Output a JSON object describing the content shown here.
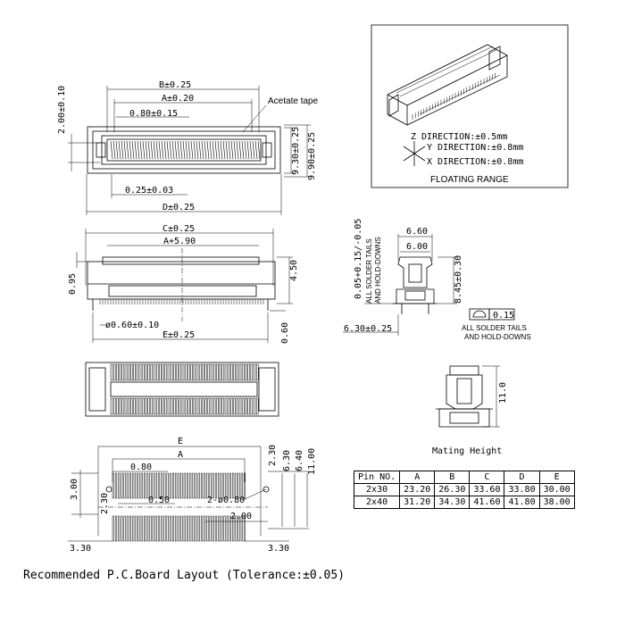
{
  "top_view": {
    "dim_B": "B±0.25",
    "dim_A": "A±0.20",
    "dim_pitch": "0.80±0.15",
    "acetate": "Acetate tape",
    "dim_200": "2.00±0.10",
    "dim_930": "9.30±0.25",
    "dim_990": "9.90±0.25",
    "dim_025": "0.25±0.03",
    "dim_D": "D±0.25"
  },
  "iso_box": {
    "z_dir": "Z  DIRECTION:±0.5mm",
    "y_dir": "Y  DIRECTION:±0.8mm",
    "x_dir": "X  DIRECTION:±0.8mm",
    "caption": "FLOATING RANGE"
  },
  "front_view": {
    "dim_C": "C±0.25",
    "dim_A590": "A+5.90",
    "dim_095": "0.95",
    "dim_450": "4.50",
    "dim_hole": "ø0.60±0.10",
    "dim_E": "E±0.25",
    "dim_060": "0.60"
  },
  "side_view": {
    "dim_660": "6.60",
    "dim_600": "6.00",
    "dim_005": "0.05+0.15/-0.05",
    "note_left": [
      "ALL SOLDER TAILS",
      "AND HOLD-DOWNS"
    ],
    "dim_845": "8.45±0.30",
    "dim_630": "6.30±0.25",
    "flat_val": "0.15",
    "note_flat": [
      "ALL SOLDER TAILS",
      "AND HOLD-DOWNS"
    ]
  },
  "mating": {
    "height": "11.0",
    "caption": "Mating Height"
  },
  "pcb": {
    "dim_E": "E",
    "dim_A": "A",
    "dim_080": "0.80",
    "dim_050": "0.50",
    "dim_holes": "2-ø0.80",
    "dim_200": "2.00",
    "dim_300": "3.00",
    "dim_230v": "2.30",
    "dim_230": "2.30",
    "dim_630": "6.30",
    "dim_640": "6.40",
    "dim_1100": "11.00",
    "dim_330l": "3.30",
    "dim_330r": "3.30"
  },
  "pin_table": {
    "headers": [
      "Pin NO.",
      "A",
      "B",
      "C",
      "D",
      "E"
    ],
    "rows": [
      [
        "2x30",
        "23.20",
        "26.30",
        "33.60",
        "33.80",
        "30.00"
      ],
      [
        "2x40",
        "31.20",
        "34.30",
        "41.60",
        "41.80",
        "38.00"
      ]
    ]
  },
  "footer": "Recommended  P.C.Board  Layout  (Tolerance:±0.05)"
}
